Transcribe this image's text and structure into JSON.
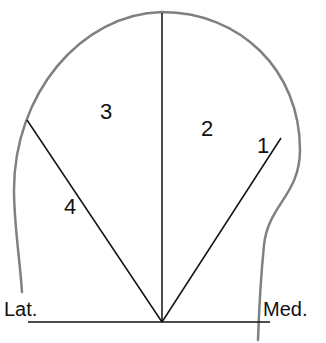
{
  "diagram": {
    "labels": [
      "3",
      "2",
      "1",
      "4",
      "Lat.",
      "Med."
    ]
  }
}
